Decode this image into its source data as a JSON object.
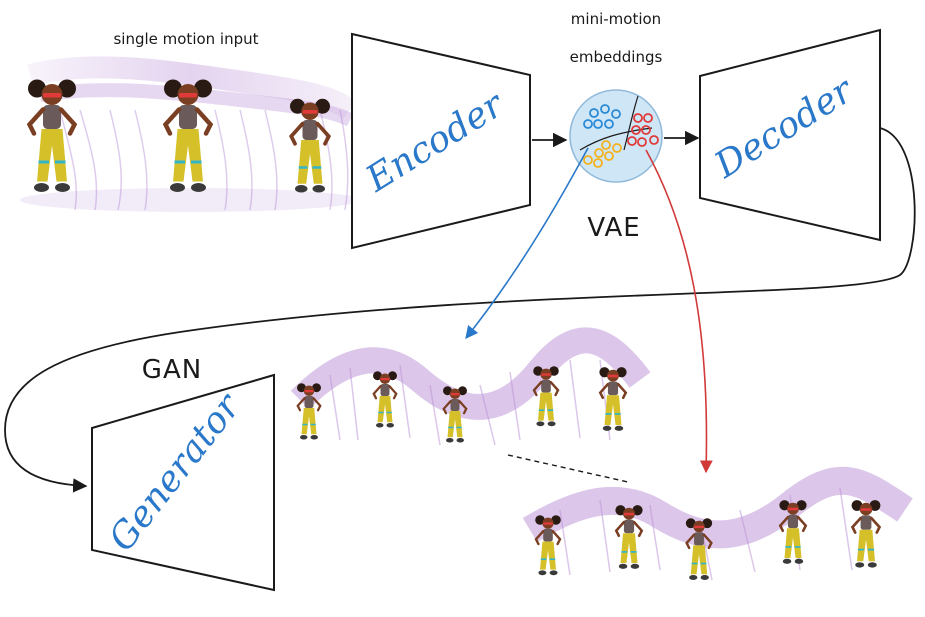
{
  "labels": {
    "single_motion_input": "single motion input",
    "mini_motion_line1": "mini-motion",
    "mini_motion_line2": "embeddings",
    "vae": "VAE",
    "gan": "GAN",
    "encoder": "Encoder",
    "decoder": "Decoder",
    "generator": "Generator"
  },
  "colors": {
    "block_text": "#2a78c9",
    "stroke": "#1a1a1a",
    "motion_trail": "#b98fd6",
    "blue_arrow": "#2a78c9",
    "red_arrow": "#d23a3a",
    "embedding_fill": "#cfe6f7",
    "cluster_blue": "#2a8ad6",
    "cluster_red": "#e03a3a",
    "cluster_yellow": "#f3b21c",
    "character_pants": "#d6c02a"
  },
  "icons": {
    "input": "dancing-character-sequence",
    "output_1": "dancing-character-sequence",
    "output_2": "dancing-character-sequence",
    "embedding": "latent-cluster-circle"
  }
}
